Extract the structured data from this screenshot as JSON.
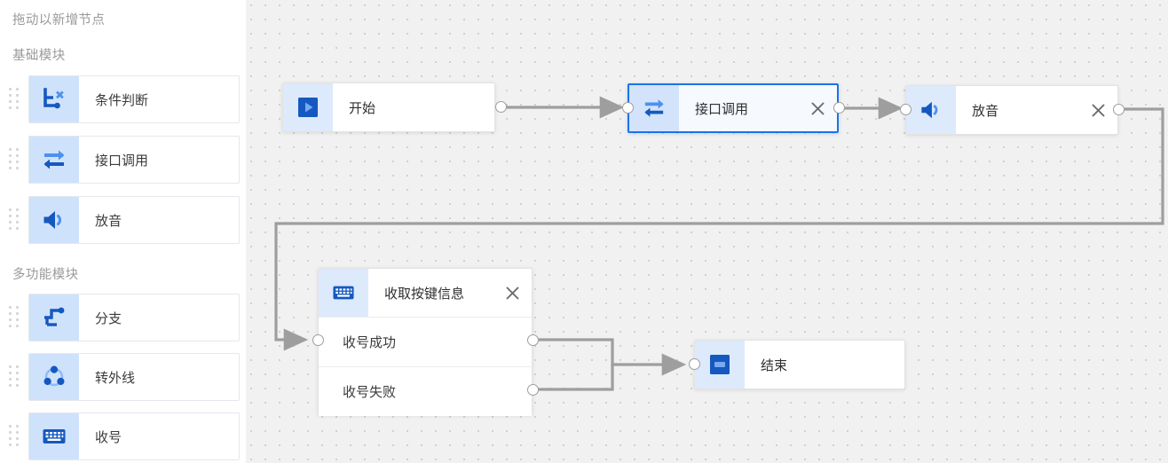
{
  "sidebar": {
    "drag_hint": "拖动以新增节点",
    "groups": [
      {
        "label": "基础模块",
        "items": [
          {
            "label": "条件判断",
            "icon": "condition-branch-icon"
          },
          {
            "label": "接口调用",
            "icon": "api-call-icon"
          },
          {
            "label": "放音",
            "icon": "play-audio-icon"
          }
        ]
      },
      {
        "label": "多功能模块",
        "items": [
          {
            "label": "分支",
            "icon": "branch-icon"
          },
          {
            "label": "转外线",
            "icon": "transfer-outbound-icon"
          },
          {
            "label": "收号",
            "icon": "keypad-icon"
          }
        ]
      }
    ]
  },
  "canvas": {
    "nodes": [
      {
        "id": "start",
        "title": "开始",
        "icon": "play-icon",
        "closable": false,
        "selected": false,
        "rows": []
      },
      {
        "id": "api-call",
        "title": "接口调用",
        "icon": "api-call-icon",
        "close_label": "×",
        "closable": true,
        "selected": true,
        "rows": []
      },
      {
        "id": "play-audio",
        "title": "放音",
        "icon": "play-audio-icon",
        "close_label": "×",
        "closable": true,
        "selected": false,
        "rows": []
      },
      {
        "id": "collect-key",
        "title": "收取按键信息",
        "icon": "keypad-icon",
        "close_label": "×",
        "closable": true,
        "selected": false,
        "rows": [
          "收号成功",
          "收号失败"
        ]
      },
      {
        "id": "end",
        "title": "结束",
        "icon": "stop-icon",
        "closable": false,
        "selected": false,
        "rows": []
      }
    ]
  },
  "colors": {
    "accent_blue": "#1a73e8",
    "icon_blue_dark": "#1558c0",
    "icon_blue_light": "#4d90f0",
    "icon_cell_bg": "#cfe2fb",
    "node_icon_bg": "#ddeafb",
    "canvas_bg": "#f1f1f1",
    "edge_gray": "#9e9e9e",
    "muted_text": "#9a9a9a"
  }
}
